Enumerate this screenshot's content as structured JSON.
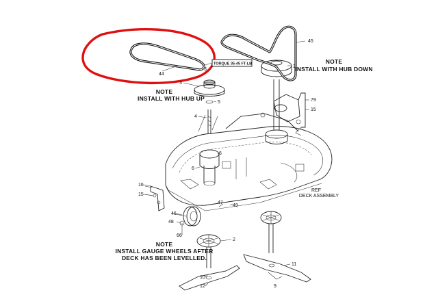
{
  "notes": {
    "hub_up": [
      "NOTE",
      "INSTALL WITH HUB UP"
    ],
    "hub_down": [
      "NOTE",
      "INSTALL WITH HUB DOWN"
    ],
    "gauge_wheels": [
      "NOTE",
      "INSTALL GAUGE WHEELS AFTER",
      "DECK HAS BEEN LEVELLED."
    ]
  },
  "torque_label": "TORQUE 35-45 FT-LB",
  "ref_label": [
    "REF",
    "DECK ASSEMBLY"
  ],
  "callouts": {
    "c44": "44",
    "c45": "45",
    "c3a": "3",
    "c3b": "3",
    "c3c": "3",
    "c5": "5",
    "c4": "4",
    "c79": "79",
    "c15": "15",
    "c6a": "6",
    "c6b": "6",
    "c16": "16",
    "c15b": "15",
    "c47": "47",
    "c49": "49",
    "c46": "46",
    "c48": "48",
    "c66": "66",
    "c2": "2",
    "c11": "11",
    "c10": "10",
    "c12": "12",
    "c9": "9"
  },
  "highlight_color": "#e01010"
}
